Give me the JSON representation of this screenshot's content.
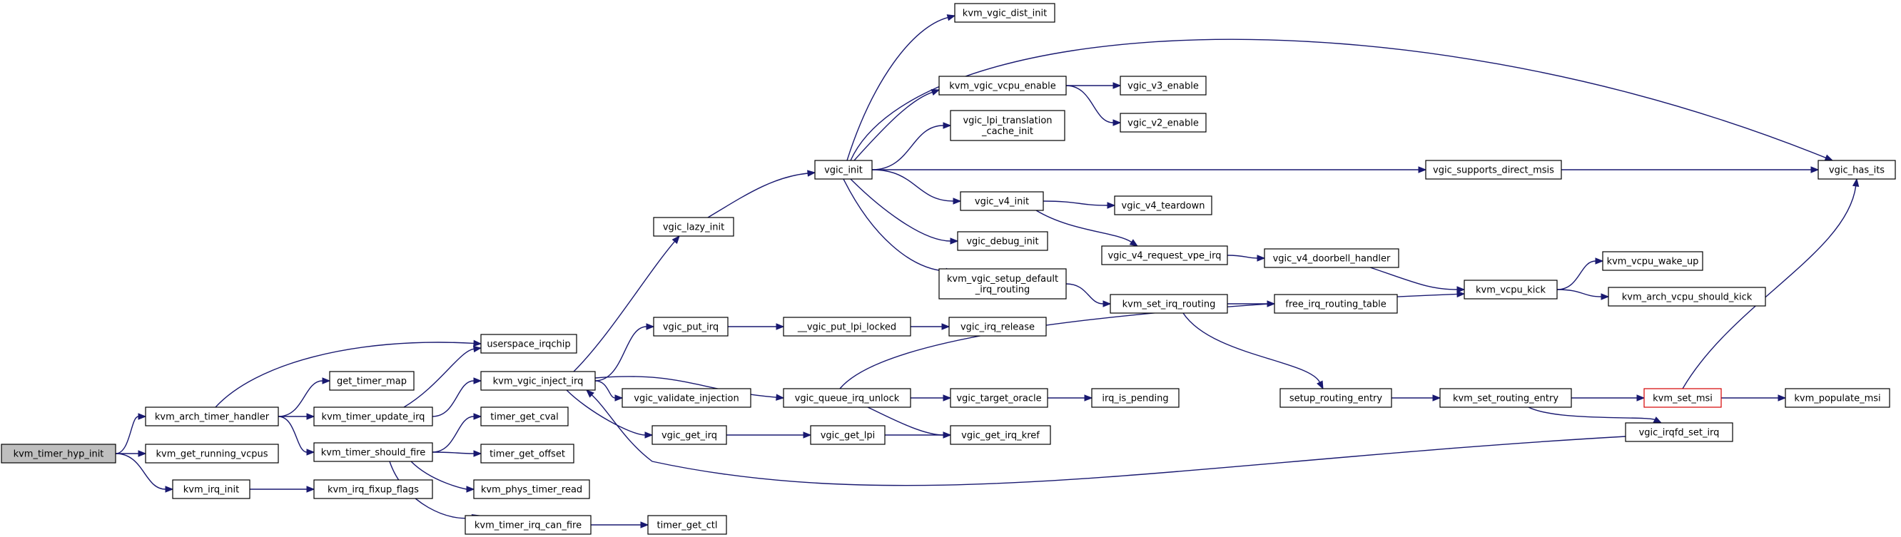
{
  "graph": {
    "colors": {
      "edge": "#191970",
      "root_fill": "#bfbfbf",
      "highlight_border": "#d40000"
    },
    "nodes": [
      {
        "id": "kvm_timer_hyp_init",
        "lines": [
          "kvm_timer_hyp_init"
        ],
        "style": "root"
      },
      {
        "id": "kvm_arch_timer_handler",
        "lines": [
          "kvm_arch_timer_handler"
        ]
      },
      {
        "id": "kvm_get_running_vcpus",
        "lines": [
          "kvm_get_running_vcpus"
        ]
      },
      {
        "id": "kvm_irq_init",
        "lines": [
          "kvm_irq_init"
        ]
      },
      {
        "id": "userspace_irqchip",
        "lines": [
          "userspace_irqchip"
        ]
      },
      {
        "id": "get_timer_map",
        "lines": [
          "get_timer_map"
        ]
      },
      {
        "id": "kvm_timer_update_irq",
        "lines": [
          "kvm_timer_update_irq"
        ]
      },
      {
        "id": "kvm_timer_should_fire",
        "lines": [
          "kvm_timer_should_fire"
        ]
      },
      {
        "id": "kvm_irq_fixup_flags",
        "lines": [
          "kvm_irq_fixup_flags"
        ]
      },
      {
        "id": "timer_get_cval",
        "lines": [
          "timer_get_cval"
        ]
      },
      {
        "id": "timer_get_offset",
        "lines": [
          "timer_get_offset"
        ]
      },
      {
        "id": "kvm_phys_timer_read",
        "lines": [
          "kvm_phys_timer_read"
        ]
      },
      {
        "id": "kvm_timer_irq_can_fire",
        "lines": [
          "kvm_timer_irq_can_fire"
        ]
      },
      {
        "id": "timer_get_ctl",
        "lines": [
          "timer_get_ctl"
        ]
      },
      {
        "id": "kvm_vgic_inject_irq",
        "lines": [
          "kvm_vgic_inject_irq"
        ]
      },
      {
        "id": "vgic_lazy_init",
        "lines": [
          "vgic_lazy_init"
        ]
      },
      {
        "id": "vgic_put_irq",
        "lines": [
          "vgic_put_irq"
        ]
      },
      {
        "id": "vgic_validate_injection",
        "lines": [
          "vgic_validate_injection"
        ]
      },
      {
        "id": "vgic_get_irq",
        "lines": [
          "vgic_get_irq"
        ]
      },
      {
        "id": "vgic_queue_irq_unlock",
        "lines": [
          "vgic_queue_irq_unlock"
        ]
      },
      {
        "id": "vgic_init",
        "lines": [
          "vgic_init"
        ]
      },
      {
        "id": "__vgic_put_lpi_locked",
        "lines": [
          "__vgic_put_lpi_locked"
        ]
      },
      {
        "id": "vgic_get_lpi",
        "lines": [
          "vgic_get_lpi"
        ]
      },
      {
        "id": "vgic_target_oracle",
        "lines": [
          "vgic_target_oracle"
        ]
      },
      {
        "id": "vgic_get_irq_kref",
        "lines": [
          "vgic_get_irq_kref"
        ]
      },
      {
        "id": "kvm_vgic_dist_init",
        "lines": [
          "kvm_vgic_dist_init"
        ]
      },
      {
        "id": "kvm_vgic_vcpu_enable",
        "lines": [
          "kvm_vgic_vcpu_enable"
        ]
      },
      {
        "id": "vgic_lpi_translation_cache_init",
        "lines": [
          "vgic_lpi_translation",
          "_cache_init"
        ]
      },
      {
        "id": "vgic_v4_init",
        "lines": [
          "vgic_v4_init"
        ]
      },
      {
        "id": "vgic_debug_init",
        "lines": [
          "vgic_debug_init"
        ]
      },
      {
        "id": "kvm_vgic_setup_default_irq_routing",
        "lines": [
          "kvm_vgic_setup_default",
          "_irq_routing"
        ]
      },
      {
        "id": "vgic_irq_release",
        "lines": [
          "vgic_irq_release"
        ]
      },
      {
        "id": "irq_is_pending",
        "lines": [
          "irq_is_pending"
        ]
      },
      {
        "id": "vgic_v3_enable",
        "lines": [
          "vgic_v3_enable"
        ]
      },
      {
        "id": "vgic_v2_enable",
        "lines": [
          "vgic_v2_enable"
        ]
      },
      {
        "id": "vgic_v4_teardown",
        "lines": [
          "vgic_v4_teardown"
        ]
      },
      {
        "id": "vgic_v4_request_vpe_irq",
        "lines": [
          "vgic_v4_request_vpe_irq"
        ]
      },
      {
        "id": "kvm_set_irq_routing",
        "lines": [
          "kvm_set_irq_routing"
        ]
      },
      {
        "id": "vgic_supports_direct_msis",
        "lines": [
          "vgic_supports_direct_msis"
        ]
      },
      {
        "id": "vgic_v4_doorbell_handler",
        "lines": [
          "vgic_v4_doorbell_handler"
        ]
      },
      {
        "id": "free_irq_routing_table",
        "lines": [
          "free_irq_routing_table"
        ]
      },
      {
        "id": "setup_routing_entry",
        "lines": [
          "setup_routing_entry"
        ]
      },
      {
        "id": "kvm_vcpu_kick",
        "lines": [
          "kvm_vcpu_kick"
        ]
      },
      {
        "id": "kvm_set_routing_entry",
        "lines": [
          "kvm_set_routing_entry"
        ]
      },
      {
        "id": "kvm_vcpu_wake_up",
        "lines": [
          "kvm_vcpu_wake_up"
        ]
      },
      {
        "id": "kvm_arch_vcpu_should_kick",
        "lines": [
          "kvm_arch_vcpu_should_kick"
        ]
      },
      {
        "id": "kvm_set_msi",
        "lines": [
          "kvm_set_msi"
        ],
        "style": "red"
      },
      {
        "id": "vgic_irqfd_set_irq",
        "lines": [
          "vgic_irqfd_set_irq"
        ]
      },
      {
        "id": "vgic_has_its",
        "lines": [
          "vgic_has_its"
        ]
      },
      {
        "id": "kvm_populate_msi",
        "lines": [
          "kvm_populate_msi"
        ]
      }
    ],
    "edges": [
      [
        "kvm_timer_hyp_init",
        "kvm_arch_timer_handler"
      ],
      [
        "kvm_timer_hyp_init",
        "kvm_get_running_vcpus"
      ],
      [
        "kvm_timer_hyp_init",
        "kvm_irq_init"
      ],
      [
        "kvm_arch_timer_handler",
        "userspace_irqchip"
      ],
      [
        "kvm_arch_timer_handler",
        "get_timer_map"
      ],
      [
        "kvm_arch_timer_handler",
        "kvm_timer_update_irq"
      ],
      [
        "kvm_arch_timer_handler",
        "kvm_timer_should_fire"
      ],
      [
        "kvm_irq_init",
        "kvm_irq_fixup_flags"
      ],
      [
        "kvm_timer_update_irq",
        "userspace_irqchip"
      ],
      [
        "kvm_timer_update_irq",
        "kvm_vgic_inject_irq"
      ],
      [
        "kvm_timer_should_fire",
        "timer_get_cval"
      ],
      [
        "kvm_timer_should_fire",
        "timer_get_offset"
      ],
      [
        "kvm_timer_should_fire",
        "kvm_phys_timer_read"
      ],
      [
        "kvm_timer_should_fire",
        "kvm_timer_irq_can_fire"
      ],
      [
        "kvm_timer_irq_can_fire",
        "timer_get_ctl"
      ],
      [
        "kvm_vgic_inject_irq",
        "vgic_lazy_init"
      ],
      [
        "kvm_vgic_inject_irq",
        "vgic_put_irq"
      ],
      [
        "kvm_vgic_inject_irq",
        "vgic_validate_injection"
      ],
      [
        "kvm_vgic_inject_irq",
        "vgic_get_irq"
      ],
      [
        "kvm_vgic_inject_irq",
        "vgic_queue_irq_unlock"
      ],
      [
        "vgic_lazy_init",
        "vgic_init"
      ],
      [
        "vgic_put_irq",
        "__vgic_put_lpi_locked"
      ],
      [
        "__vgic_put_lpi_locked",
        "vgic_irq_release"
      ],
      [
        "vgic_get_irq",
        "vgic_get_lpi"
      ],
      [
        "vgic_get_lpi",
        "vgic_get_irq_kref"
      ],
      [
        "vgic_queue_irq_unlock",
        "vgic_target_oracle"
      ],
      [
        "vgic_queue_irq_unlock",
        "vgic_get_irq_kref"
      ],
      [
        "vgic_queue_irq_unlock",
        "kvm_vcpu_kick"
      ],
      [
        "vgic_target_oracle",
        "irq_is_pending"
      ],
      [
        "vgic_init",
        "kvm_vgic_dist_init"
      ],
      [
        "vgic_init",
        "kvm_vgic_vcpu_enable"
      ],
      [
        "vgic_init",
        "vgic_lpi_translation_cache_init"
      ],
      [
        "vgic_init",
        "vgic_v4_init"
      ],
      [
        "vgic_init",
        "vgic_debug_init"
      ],
      [
        "vgic_init",
        "kvm_vgic_setup_default_irq_routing"
      ],
      [
        "vgic_init",
        "vgic_supports_direct_msis"
      ],
      [
        "vgic_init",
        "vgic_has_its"
      ],
      [
        "kvm_vgic_vcpu_enable",
        "vgic_v3_enable"
      ],
      [
        "kvm_vgic_vcpu_enable",
        "vgic_v2_enable"
      ],
      [
        "vgic_v4_init",
        "vgic_v4_teardown"
      ],
      [
        "vgic_v4_init",
        "vgic_v4_request_vpe_irq"
      ],
      [
        "vgic_v4_request_vpe_irq",
        "vgic_v4_doorbell_handler"
      ],
      [
        "vgic_v4_doorbell_handler",
        "kvm_vcpu_kick"
      ],
      [
        "kvm_vgic_setup_default_irq_routing",
        "kvm_set_irq_routing"
      ],
      [
        "kvm_set_irq_routing",
        "free_irq_routing_table"
      ],
      [
        "kvm_set_irq_routing",
        "setup_routing_entry"
      ],
      [
        "setup_routing_entry",
        "kvm_set_routing_entry"
      ],
      [
        "kvm_set_routing_entry",
        "kvm_set_msi"
      ],
      [
        "kvm_set_routing_entry",
        "vgic_irqfd_set_irq"
      ],
      [
        "kvm_set_msi",
        "vgic_has_its"
      ],
      [
        "kvm_set_msi",
        "kvm_populate_msi"
      ],
      [
        "vgic_supports_direct_msis",
        "vgic_has_its"
      ],
      [
        "kvm_vcpu_kick",
        "kvm_vcpu_wake_up"
      ],
      [
        "kvm_vcpu_kick",
        "kvm_arch_vcpu_should_kick"
      ],
      [
        "vgic_irqfd_set_irq",
        "kvm_vgic_inject_irq"
      ]
    ]
  }
}
